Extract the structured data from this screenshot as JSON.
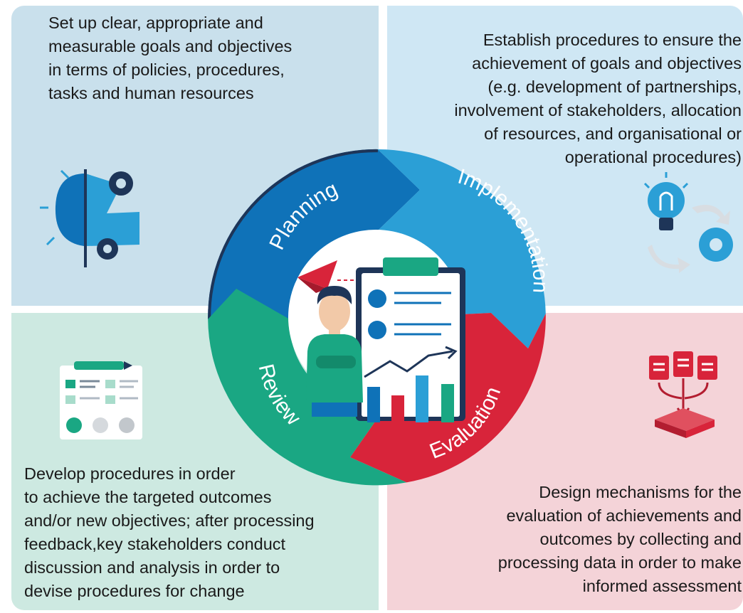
{
  "stages": {
    "planning": {
      "label": "Planning",
      "description": "Set up clear, appropriate and\nmeasurable goals and objectives\nin terms of policies, procedures,\ntasks and human resources"
    },
    "implementation": {
      "label": "Implementation",
      "description": "Establish procedures to ensure the\nachievement of goals and objectives\n(e.g. development of partnerships,\ninvolvement of stakeholders, allocation\nof resources, and organisational or\noperational procedures)"
    },
    "evaluation": {
      "label": "Evaluation",
      "description": "Design mechanisms for the\nevaluation of achievements and\noutcomes by collecting and\nprocessing data in order to make\ninformed assessment"
    },
    "review": {
      "label": "Review",
      "description": "Develop procedures in order\nto achieve the targeted outcomes\nand/or new objectives; after processing\nfeedback,key stakeholders conduct\ndiscussion and analysis in order to\ndevise procedures for change"
    }
  },
  "colors": {
    "planning": "#0f72b8",
    "implementation": "#2b9fd6",
    "evaluation": "#d8243a",
    "review": "#1aa783",
    "dark_ring": "#1e3558"
  },
  "icons": {
    "planning": "brain-gear-icon",
    "implementation": "lightbulb-gear-cycle-icon",
    "evaluation": "documents-to-tray-icon",
    "review": "feedback-checklist-icon",
    "center": "person-clipboard-chart-icon"
  }
}
